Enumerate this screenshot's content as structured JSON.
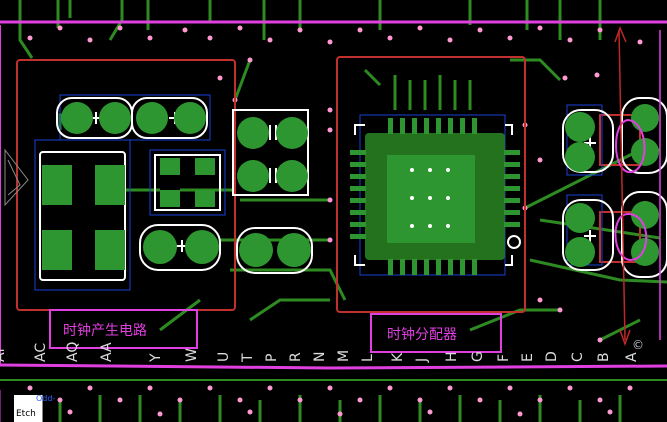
{
  "pcb_view": {
    "labels": {
      "clock_generation": "时钟产生电路",
      "clock_distribution": "时钟分配器"
    },
    "component_letters": [
      "Ai",
      "AC",
      "AQ",
      "AA",
      "Y",
      "W",
      "U",
      "T",
      "P",
      "R",
      "N",
      "M",
      "L",
      "K",
      "J",
      "H",
      "G",
      "F",
      "E",
      "D",
      "C",
      "B",
      "A"
    ],
    "panel": {
      "title": "Odd-",
      "subtitle": "Etch"
    },
    "corner_glyph": "©"
  },
  "colors": {
    "background": "#000000",
    "trace": "#2e8b22",
    "pad": "#2e9630",
    "outline": "#c0302c",
    "silk": "#ffffff",
    "annotation": "#e040e0",
    "grid": "#0a1aa0"
  }
}
